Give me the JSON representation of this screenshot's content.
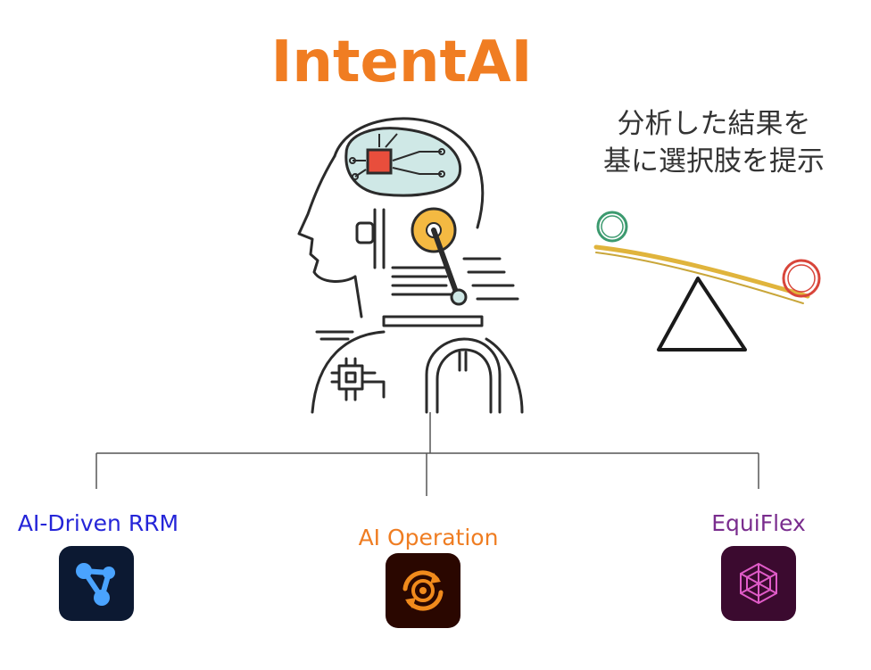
{
  "title": "IntentAI",
  "description": {
    "line1": "分析した結果を",
    "line2": "基に選択肢を提示"
  },
  "branches": [
    {
      "label": "AI-Driven RRM",
      "icon": "network-nodes-icon",
      "color": "#2525d8",
      "tile": "#0c1932"
    },
    {
      "label": "AI Operation",
      "icon": "gear-sync-icon",
      "color": "#ef7d22",
      "tile": "#2a0700"
    },
    {
      "label": "EquiFlex",
      "icon": "hexagon-mesh-icon",
      "color": "#7a2d8e",
      "tile": "#3b0a2f"
    }
  ],
  "colors": {
    "accent": "#f07d22",
    "brain": "#cfe8e6",
    "chip": "#e84e3c",
    "joint": "#f4b942"
  }
}
